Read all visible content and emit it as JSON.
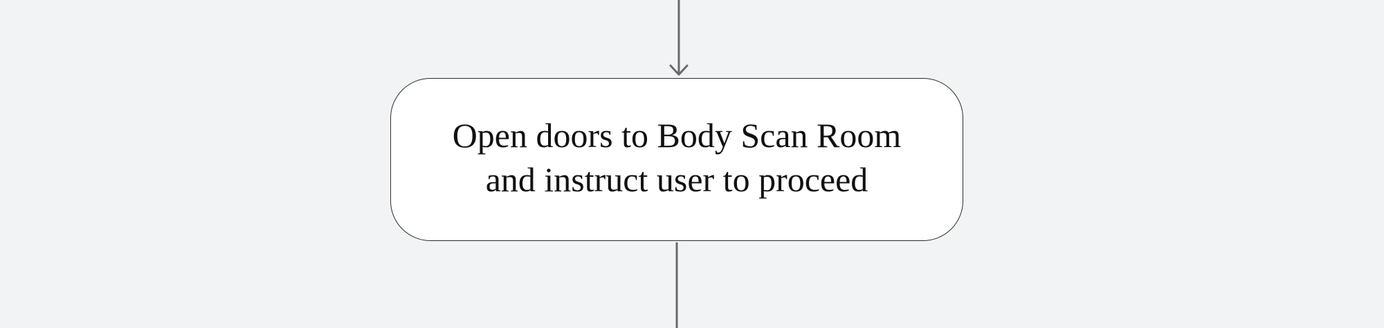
{
  "diagram": {
    "type": "flowchart",
    "nodes": [
      {
        "id": "step",
        "shape": "rounded-rectangle",
        "text_lines": [
          "Open doors to Body Scan Room",
          "and instruct user to proceed"
        ]
      }
    ],
    "edges": [
      {
        "from": "previous-step",
        "to": "step",
        "arrowhead": "open-chevron"
      },
      {
        "from": "step",
        "to": "next-step",
        "arrowhead": "none-visible"
      }
    ],
    "colors": {
      "background": "#f2f3f5",
      "node_fill": "#ffffff",
      "node_border": "#2b2b2b",
      "connector": "#6a6a6a",
      "text": "#111111"
    }
  }
}
